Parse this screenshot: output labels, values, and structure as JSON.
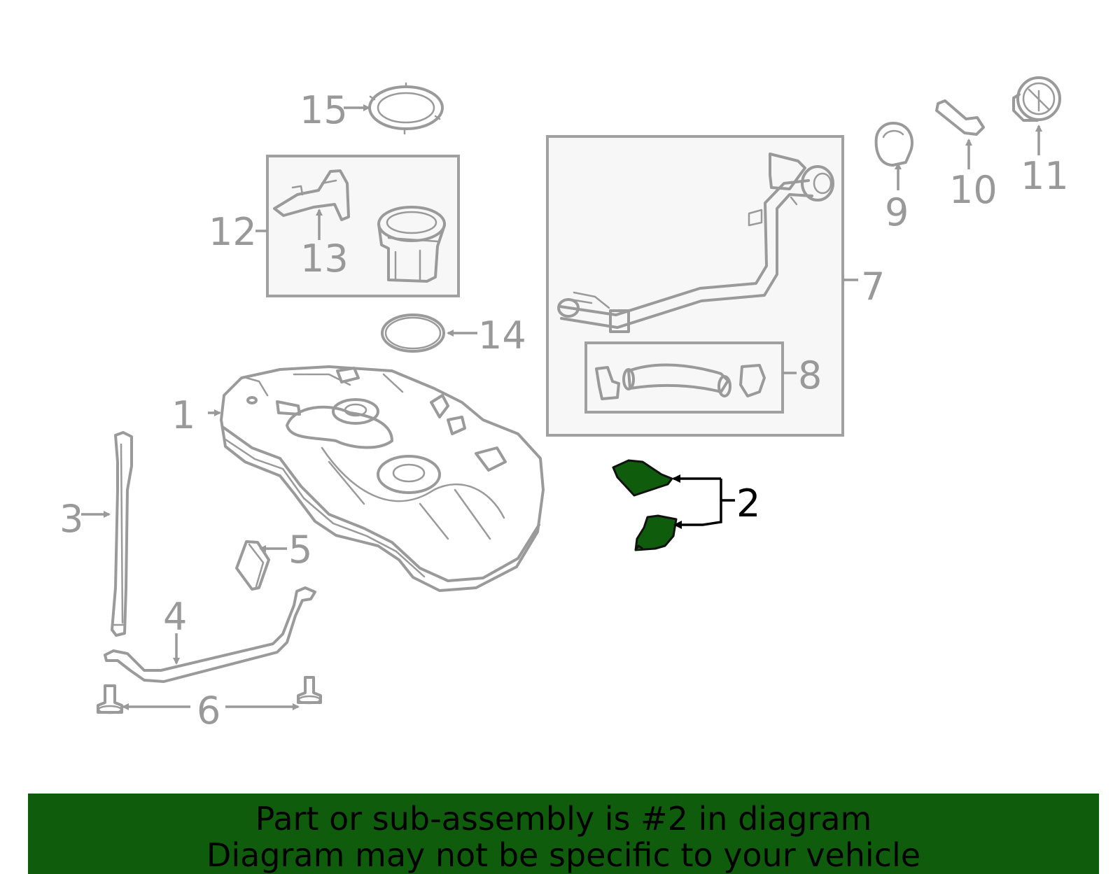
{
  "callouts": {
    "c1": "1",
    "c2": "2",
    "c3": "3",
    "c4": "4",
    "c5": "5",
    "c6": "6",
    "c7": "7",
    "c8": "8",
    "c9": "9",
    "c10": "10",
    "c11": "11",
    "c12": "12",
    "c13": "13",
    "c14": "14",
    "c15": "15"
  },
  "highlighted_part": "2",
  "colors": {
    "highlight": "#0f5d0c",
    "part_line": "#9a9a9a",
    "callout_text": "#999999"
  },
  "banner": {
    "line1": "Part or sub-assembly is #2 in diagram",
    "line2": "Diagram may not be specific to your vehicle"
  }
}
